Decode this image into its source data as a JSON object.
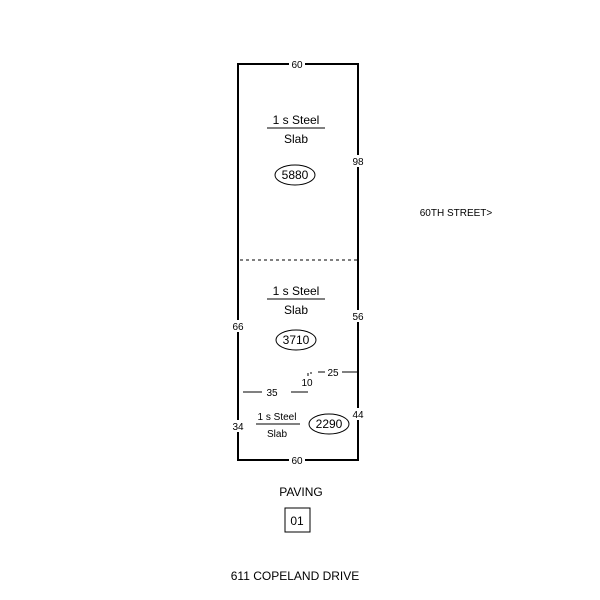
{
  "sketch": {
    "dimensions": {
      "top": "60",
      "bottom": "60",
      "right_upper": "98",
      "right_middle": "56",
      "right_lower": "44",
      "left_main": "66",
      "left_lower": "34",
      "inner_35": "35",
      "inner_25": "25",
      "inner_10": "10"
    },
    "areas": [
      {
        "top": "1 s Steel",
        "bottom": "Slab",
        "sqft": "5880"
      },
      {
        "top": "1 s Steel",
        "bottom": "Slab",
        "sqft": "3710"
      },
      {
        "top": "1 s Steel",
        "bottom": "Slab",
        "sqft": "2290"
      }
    ],
    "street_label": "60TH STREET>",
    "paving_label": "PAVING",
    "paving_code": "01",
    "address": "611 COPELAND DRIVE"
  }
}
